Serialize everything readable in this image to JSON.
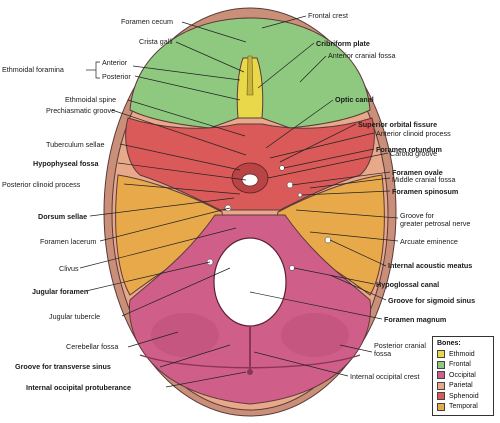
{
  "colors": {
    "ethmoid": "#e8d84a",
    "frontal": "#8fc980",
    "occipital": "#cf5f88",
    "parietal": "#e8a88a",
    "sphenoid": "#d95a58",
    "temporal": "#e8a94a"
  },
  "labels": {
    "frontal_crest": "Frontal crest",
    "foramen_cecum": "Foramen cecum",
    "crista_galli": "Crista galli",
    "cribriform_plate": "Cribriform plate",
    "anterior_cranial_fossa": "Anterior cranial fossa",
    "ethmoidal_foramina": "Ethmoidal foramina",
    "anterior": "Anterior",
    "posterior": "Posterior",
    "optic_canal": "Optic canal",
    "ethmoidal_spine": "Ethmoidal spine",
    "prechiasmatic_groove": "Prechiasmatic groove",
    "superior_orbital_fissure": "Superior orbital fissure",
    "anterior_clinoid_process": "Anterior clinoid process",
    "tuberculum_sellae": "Tuberculum sellae",
    "foramen_rotundum": "Foramen rotundum",
    "carotid_groove": "Carotid groove",
    "hypophyseal_fossa": "Hypophyseal fossa",
    "foramen_ovale": "Foramen ovale",
    "middle_cranial_fossa": "Middle cranial fossa",
    "posterior_clinoid_process": "Posterior clinoid process",
    "foramen_spinosum": "Foramen spinosum",
    "dorsum_sellae": "Dorsum sellae",
    "groove_greater_petrosal_1": "Groove for",
    "groove_greater_petrosal_2": "greater petrosal nerve",
    "foramen_lacerum": "Foramen lacerum",
    "arcuate_eminence": "Arcuate eminence",
    "internal_acoustic_meatus": "Internal acoustic meatus",
    "clivus": "Clivus",
    "hypoglossal_canal": "Hypoglossal canal",
    "jugular_foramen": "Jugular foramen",
    "groove_sigmoid_sinus": "Groove for sigmoid sinus",
    "jugular_tubercle": "Jugular tubercle",
    "foramen_magnum": "Foramen magnum",
    "cerebellar_fossa": "Cerebellar fossa",
    "posterior_cranial_fossa_1": "Posterior cranial",
    "posterior_cranial_fossa_2": "fossa",
    "groove_transverse_sinus": "Groove for transverse sinus",
    "internal_occipital_crest": "Internal occipital crest",
    "internal_occipital_protuberance": "Internal occipital protuberance"
  },
  "legend": {
    "title": "Bones:",
    "items": [
      {
        "name": "Ethmoid",
        "color": "#e8d84a"
      },
      {
        "name": "Frontal",
        "color": "#8fc980"
      },
      {
        "name": "Occipital",
        "color": "#cf5f88"
      },
      {
        "name": "Parietal",
        "color": "#e8a88a"
      },
      {
        "name": "Sphenoid",
        "color": "#d95a58"
      },
      {
        "name": "Temporal",
        "color": "#e8a94a"
      }
    ]
  }
}
